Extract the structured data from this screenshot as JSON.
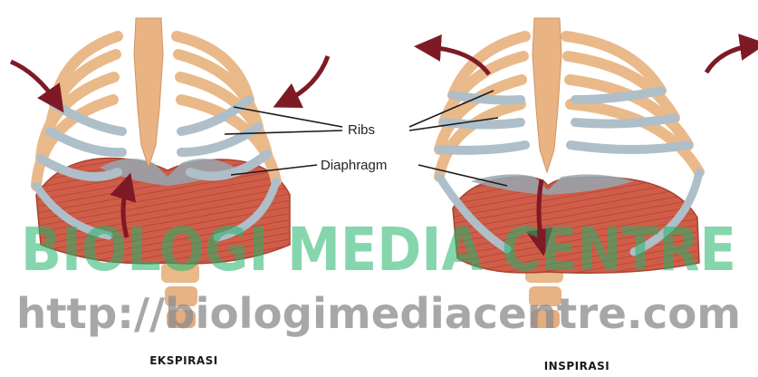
{
  "labels": {
    "ribs": "Ribs",
    "diaphragm": "Diaphragm"
  },
  "phases": {
    "left": "EKSPIRASI",
    "right": "INSPIRASI"
  },
  "watermark": {
    "title": "BIOLOGI MEDIA CENTRE",
    "url": "http://biologimediacentre.com"
  },
  "colors": {
    "bone": "#eab98a",
    "cartilage": "#aebfc9",
    "muscle": "#cf5d48",
    "arrow": "#7e1a26",
    "watermark_title": "#22b56b",
    "watermark_url": "#8f8f8f"
  }
}
